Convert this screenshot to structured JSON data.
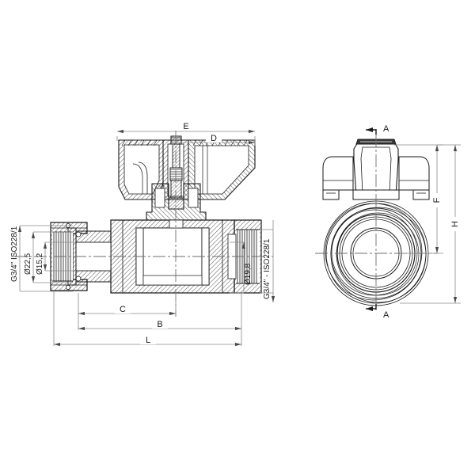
{
  "drawing": {
    "type": "technical-engineering-drawing",
    "subject": "ball-valve-cross-section",
    "background_color": "#ffffff",
    "line_color": "#1a1a1a",
    "dimension_line_color": "#8a8a8a",
    "hatch_color": "#2b2b2b",
    "views": {
      "section": "sectional front view of ball valve",
      "end": "end view with A-A section markers"
    }
  },
  "dimensions": {
    "top": [
      {
        "label": "E",
        "id": "dim-e"
      },
      {
        "label": "D",
        "id": "dim-d"
      }
    ],
    "bottom": [
      {
        "label": "C",
        "id": "dim-c"
      },
      {
        "label": "B",
        "id": "dim-b"
      },
      {
        "label": "L",
        "id": "dim-l"
      }
    ],
    "right_view": [
      {
        "label": "F",
        "id": "dim-f"
      },
      {
        "label": "H",
        "id": "dim-h"
      }
    ]
  },
  "callouts": {
    "left": [
      {
        "label": "G3/4\" ISO228/1",
        "id": "thread-left"
      },
      {
        "label": "Ø22,5",
        "id": "dia-22-5"
      },
      {
        "label": "Ø15,2",
        "id": "dia-15-2"
      }
    ],
    "right": [
      {
        "label": "Ø19,8",
        "id": "dia-19-8"
      },
      {
        "label": "G3/4\" - ISO228/1",
        "id": "thread-right"
      }
    ]
  },
  "section_markers": {
    "top_label": "A",
    "bottom_label": "A"
  }
}
